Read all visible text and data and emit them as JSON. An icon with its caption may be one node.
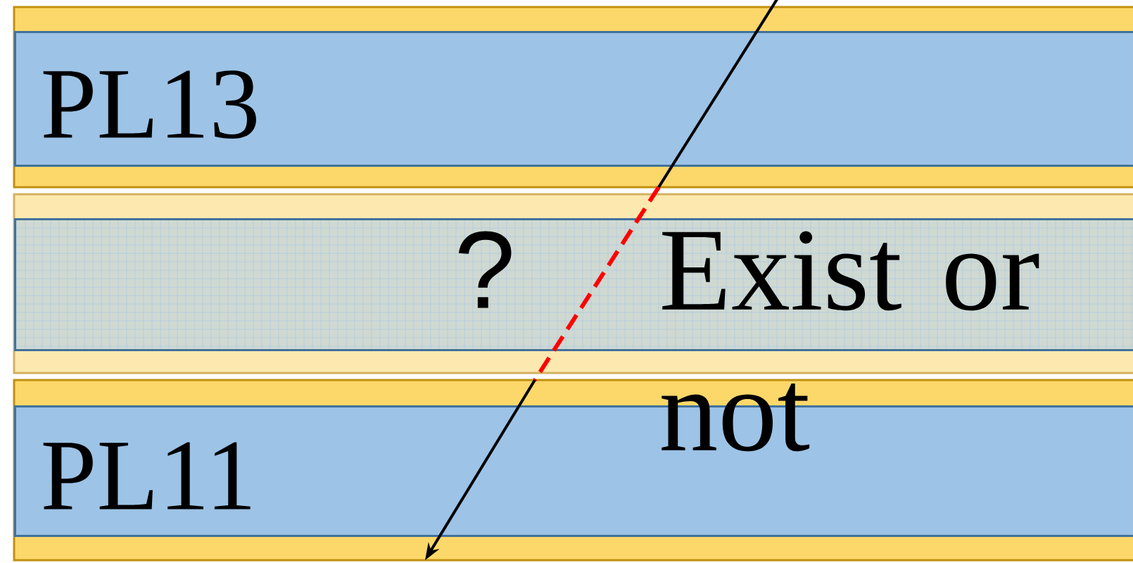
{
  "diagram": {
    "nodes": [
      {
        "text": [
          "PL13"
        ]
      },
      {
        "text": [
          "?"
        ]
      },
      {
        "text": [
          "PL11"
        ]
      }
    ],
    "labels": [
      "Exist or not"
    ]
  }
}
